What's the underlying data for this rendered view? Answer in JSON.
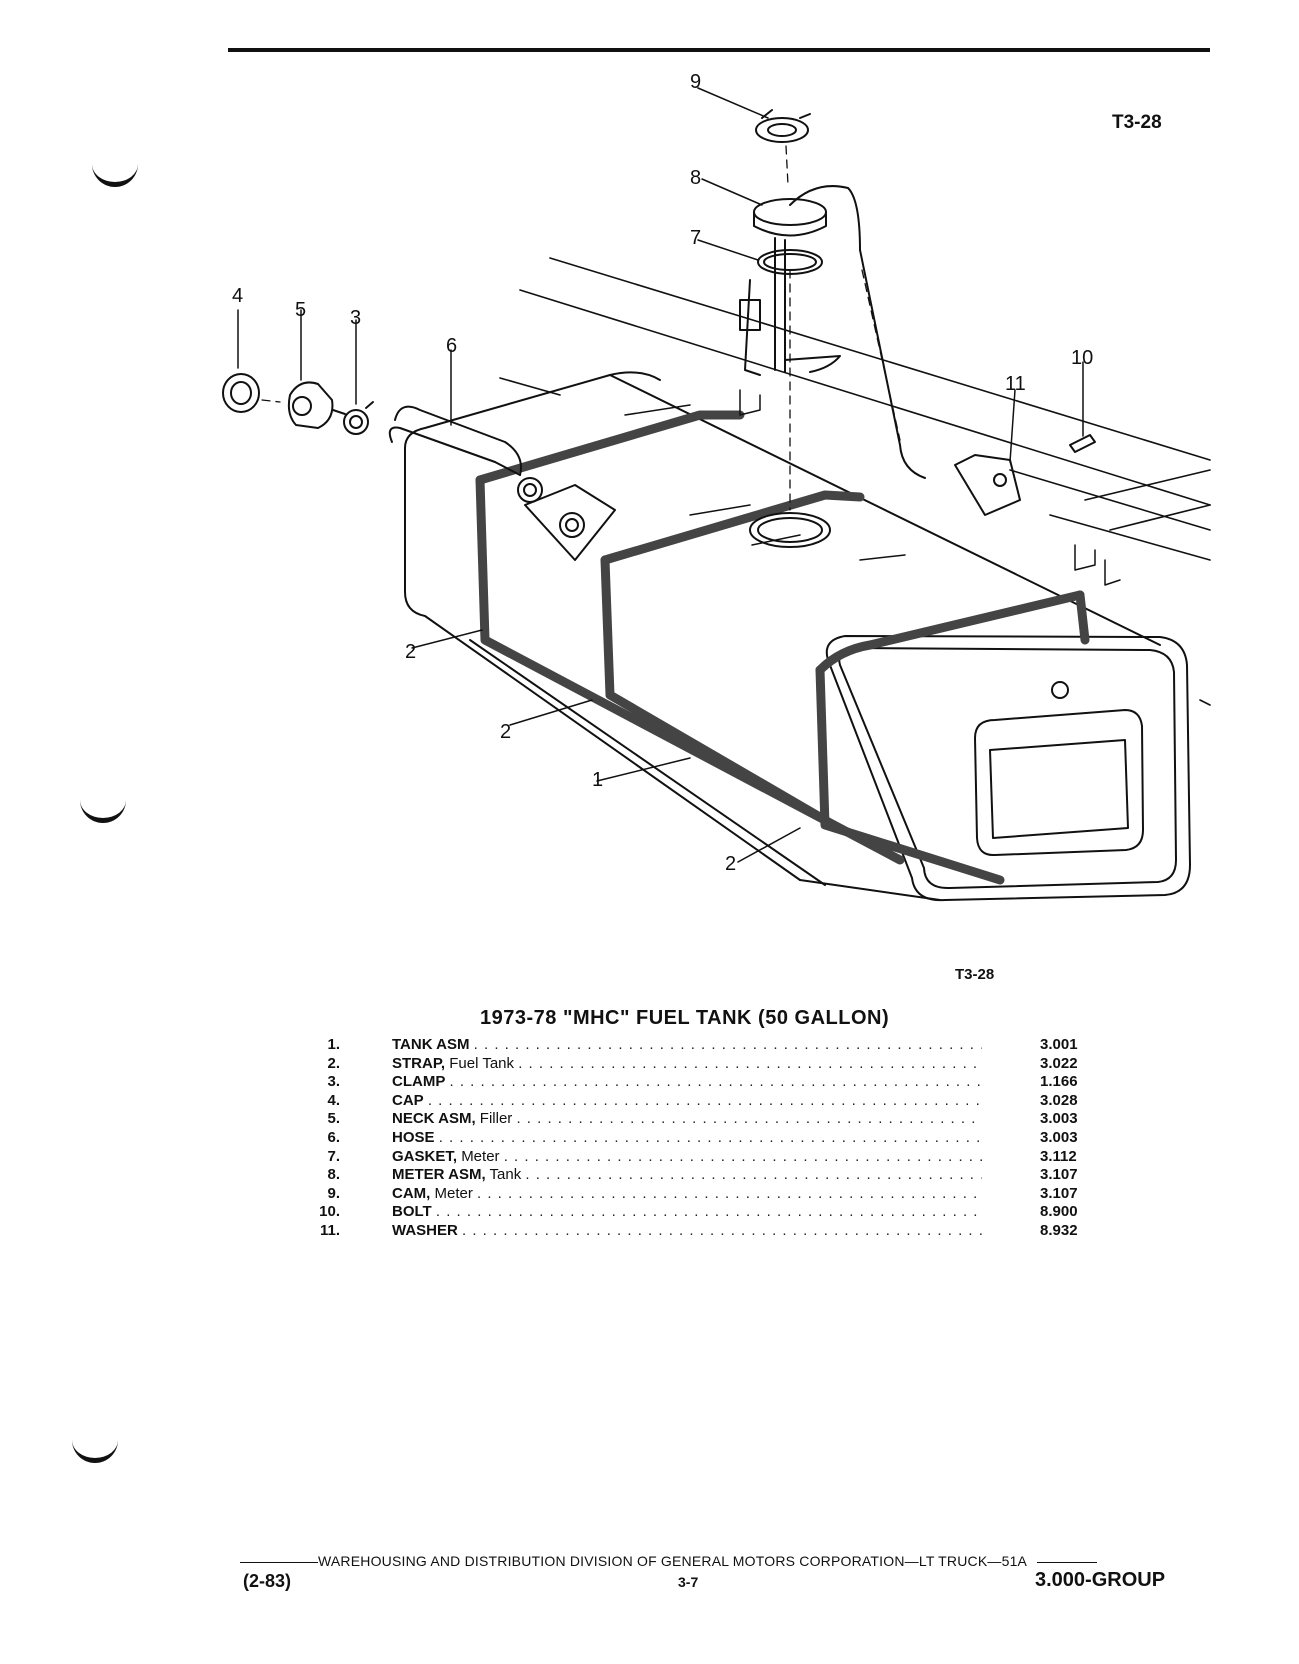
{
  "figure_id_top": "T3-28",
  "figure_id_bottom": "T3-28",
  "title": "1973-78 \"MHC\" FUEL TANK (50 GALLON)",
  "callouts": {
    "c1": "1",
    "c2": "2",
    "c3": "3",
    "c4": "4",
    "c5": "5",
    "c6": "6",
    "c7": "7",
    "c8": "8",
    "c9": "9",
    "c10": "10",
    "c11": "11"
  },
  "parts": [
    {
      "num": "1.",
      "name": "TANK ASM",
      "desc": "",
      "group": "3.001"
    },
    {
      "num": "2.",
      "name": "STRAP,",
      "desc": "Fuel Tank",
      "group": "3.022"
    },
    {
      "num": "3.",
      "name": "CLAMP",
      "desc": "",
      "group": "1.166"
    },
    {
      "num": "4.",
      "name": "CAP",
      "desc": "",
      "group": "3.028"
    },
    {
      "num": "5.",
      "name": "NECK ASM,",
      "desc": "Filler",
      "group": "3.003"
    },
    {
      "num": "6.",
      "name": "HOSE",
      "desc": "",
      "group": "3.003"
    },
    {
      "num": "7.",
      "name": "GASKET,",
      "desc": "Meter",
      "group": "3.112"
    },
    {
      "num": "8.",
      "name": "METER ASM,",
      "desc": "Tank",
      "group": "3.107"
    },
    {
      "num": "9.",
      "name": "CAM,",
      "desc": "Meter",
      "group": "3.107"
    },
    {
      "num": "10.",
      "name": "BOLT",
      "desc": "",
      "group": "8.900"
    },
    {
      "num": "11.",
      "name": "WASHER",
      "desc": "",
      "group": "8.932"
    }
  ],
  "footer": {
    "text": "WAREHOUSING AND DISTRIBUTION  DIVISION OF GENERAL MOTORS CORPORATION—LT TRUCK—51A",
    "date": "(2-83)",
    "page": "3-7",
    "group": "3.000-GROUP"
  }
}
